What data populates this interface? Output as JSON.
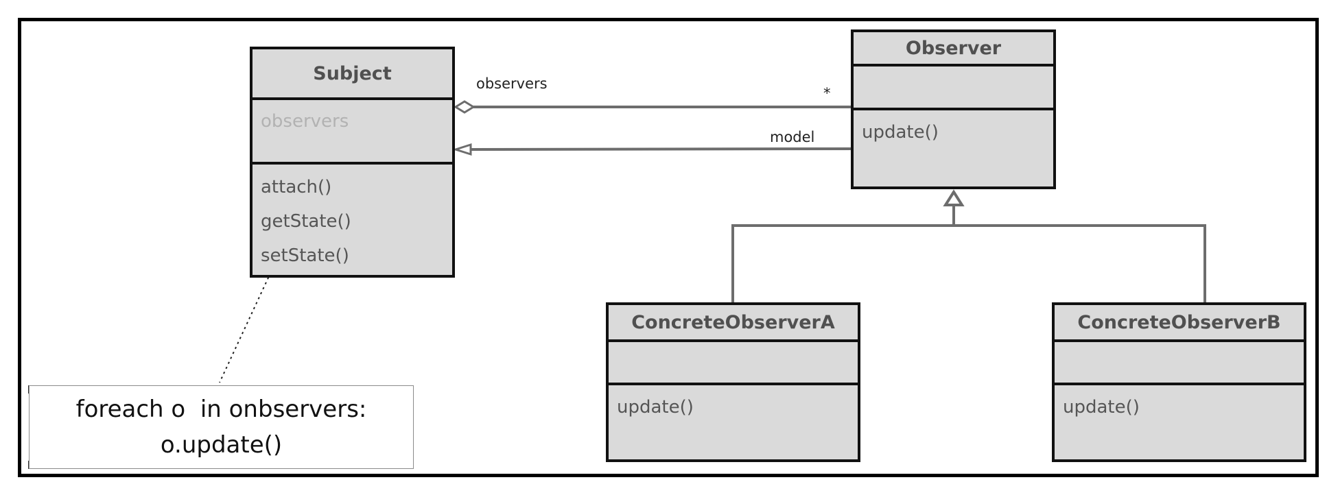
{
  "classes": {
    "subject": {
      "name": "Subject",
      "attributes": [
        "observers"
      ],
      "operations": [
        "attach()",
        "getState()",
        "setState()"
      ]
    },
    "observer": {
      "name": "Observer",
      "attributes": [],
      "operations": [
        "update()"
      ]
    },
    "concrete_a": {
      "name": "ConcreteObserverA",
      "attributes": [],
      "operations": [
        "update()"
      ]
    },
    "concrete_b": {
      "name": "ConcreteObserverB",
      "attributes": [],
      "operations": [
        "update()"
      ]
    }
  },
  "associations": {
    "observers": {
      "label": "observers",
      "multiplicity": "*",
      "kind": "aggregation"
    },
    "model": {
      "label": "model",
      "kind": "directed-association"
    },
    "inheritance": {
      "kind": "generalization"
    }
  },
  "note": {
    "lines": [
      "foreach o  in onbservers:",
      "o.update()"
    ]
  },
  "colors": {
    "class_fill": "#dadada",
    "class_border": "#111111",
    "connector": "#6d6d6d",
    "header_text": "#505050",
    "attribute_text": "#b2b2b2"
  }
}
